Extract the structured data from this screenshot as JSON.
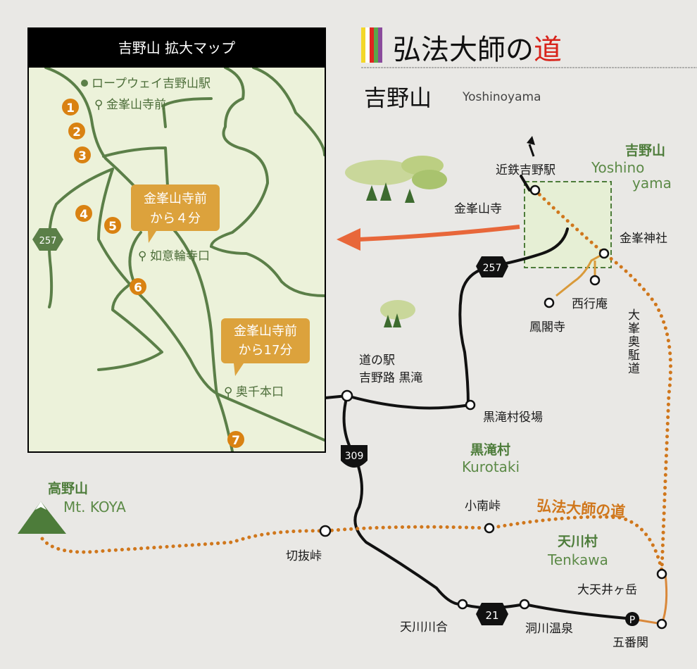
{
  "header": {
    "title_main": "弘法大師の",
    "title_accent": "道",
    "stripe_colors": [
      "#f3d72a",
      "#ffffff",
      "#e0261f",
      "#5aa84a",
      "#8a4b9c"
    ],
    "accent_color": "#d8231a",
    "area_jp": "吉野山",
    "area_en": "Yoshinoyama"
  },
  "inset": {
    "title": "吉野山 拡大マップ",
    "station": "ロープウェイ吉野山駅",
    "stops": [
      "金峯山寺前",
      "如意輪寺口",
      "奥千本口"
    ],
    "callouts": [
      {
        "line1": "金峯山寺前",
        "line2": "から４分"
      },
      {
        "line1": "金峯山寺前",
        "line2": "から17分"
      }
    ],
    "numbers": [
      "1",
      "2",
      "3",
      "4",
      "5",
      "6",
      "7"
    ],
    "route_sign": "257"
  },
  "map": {
    "yoshino": {
      "jp": "吉野山",
      "en1": "Yoshino",
      "en2": "yama"
    },
    "kurotaki": {
      "jp": "黒滝村",
      "en": "Kurotaki"
    },
    "tenkawa": {
      "jp": "天川村",
      "en": "Tenkawa"
    },
    "koya": {
      "jp": "高野山",
      "en": "Mt. KOYA"
    },
    "route_label": "弘法大師の道",
    "trail_vertical": "大峯奥駈道",
    "places": {
      "kintetsu": "近鉄吉野駅",
      "kinpusenji": "金峯山寺",
      "kinpu_jinja": "金峯神社",
      "saigyoan": "西行庵",
      "hokakuji": "鳳閣寺",
      "michinoeki_1": "道の駅",
      "michinoeki_2": "吉野路 黒滝",
      "kurotaki_office": "黒滝村役場",
      "kirihari": "切抜峠",
      "konami": "小南峠",
      "tenkawa_kawai": "天川川合",
      "dorogawa": "洞川温泉",
      "daitenjo": "大天井ヶ岳",
      "gobanseki": "五番関",
      "parking": "P"
    },
    "route_signs": [
      "257",
      "309",
      "21"
    ]
  }
}
